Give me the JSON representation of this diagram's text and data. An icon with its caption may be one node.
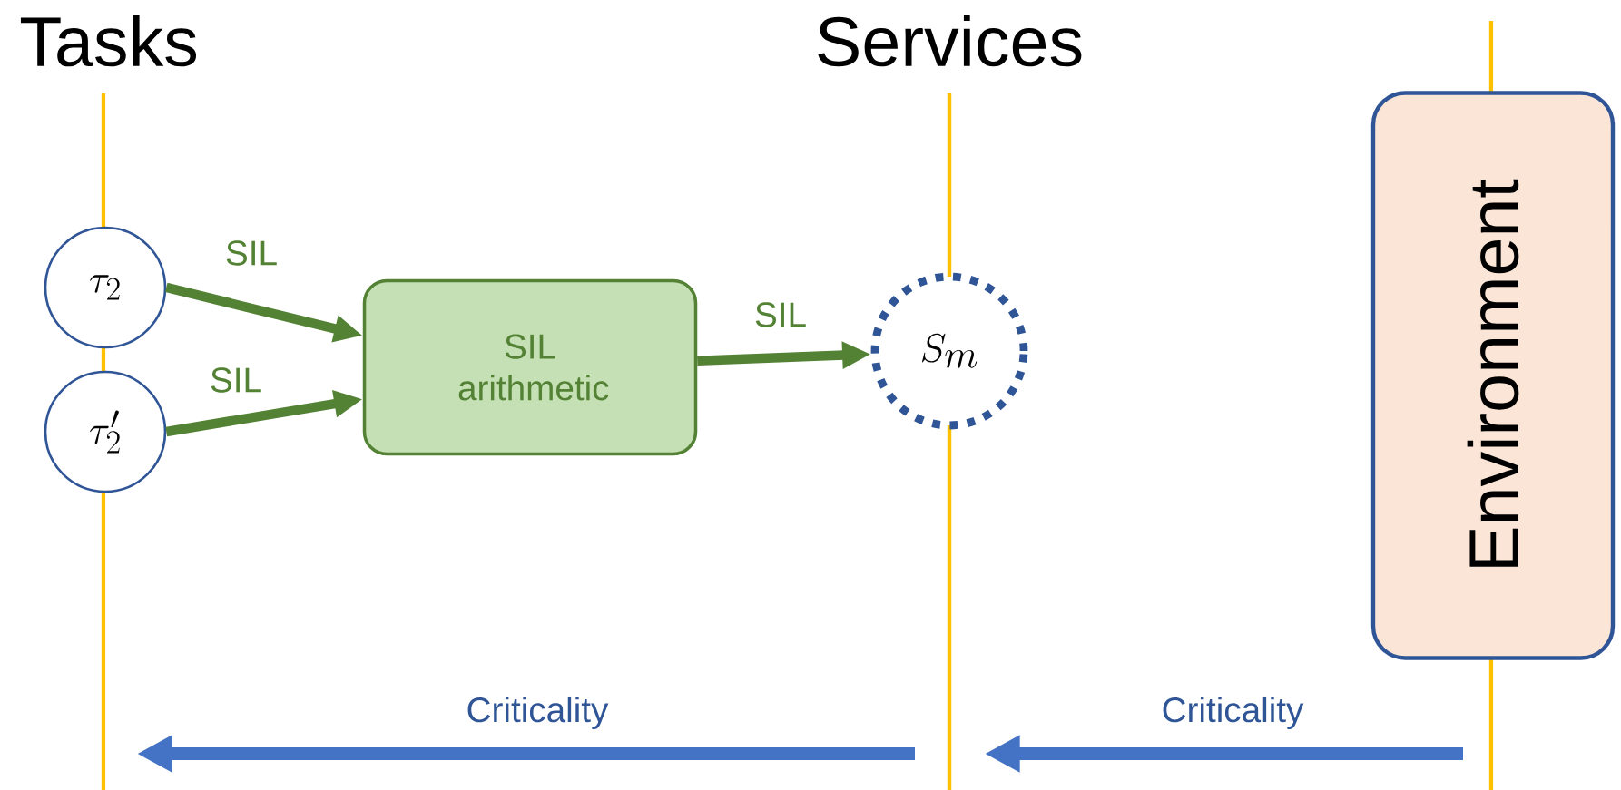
{
  "diagram": {
    "nodes": [
      {
        "text": [
          "\\tau_2"
        ]
      },
      {
        "text": [
          "\\tau'_2"
        ]
      },
      {
        "text": [
          "SIL arithmetic"
        ]
      },
      {
        "text": [
          "S_m"
        ]
      },
      {
        "text": [
          "Environment"
        ]
      }
    ],
    "edges": [
      {
        "from": 0,
        "to": 2,
        "arrow": "to",
        "label": "SIL"
      },
      {
        "from": 1,
        "to": 2,
        "arrow": "to",
        "label": "SIL"
      },
      {
        "from": 2,
        "to": 3,
        "arrow": "to",
        "label": "SIL"
      }
    ],
    "labels": [
      "Tasks",
      "Services",
      "Criticality",
      "Criticality"
    ]
  }
}
